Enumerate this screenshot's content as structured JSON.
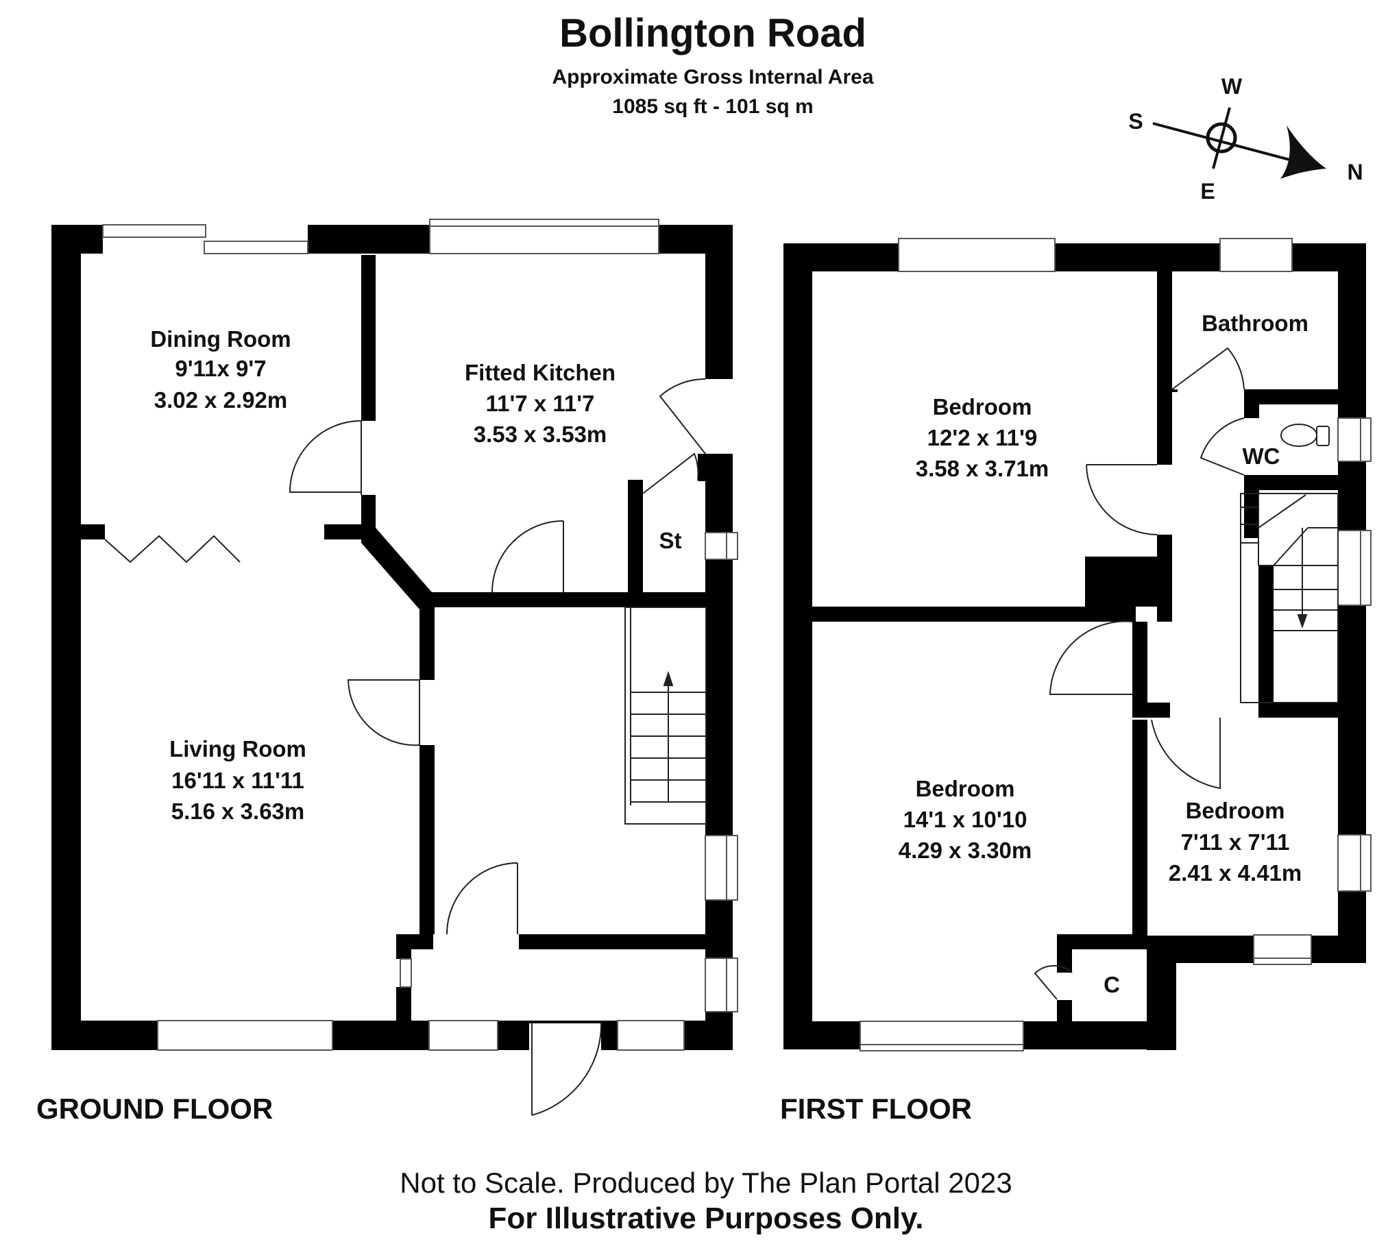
{
  "header": {
    "title": "Bollington Road",
    "subtitle": "Approximate Gross Internal Area",
    "area": "1085 sq ft - 101 sq m"
  },
  "compass": {
    "w": "W",
    "s": "S",
    "e": "E",
    "n": "N"
  },
  "ground_floor": {
    "label": "GROUND FLOOR",
    "dining": {
      "name": "Dining Room",
      "imperial": "9'11x 9'7",
      "metric": "3.02 x 2.92m"
    },
    "kitchen": {
      "name": "Fitted Kitchen",
      "imperial": "11'7 x 11'7",
      "metric": "3.53 x 3.53m"
    },
    "living": {
      "name": "Living Room",
      "imperial": "16'11 x 11'11",
      "metric": "5.16 x 3.63m"
    },
    "store": {
      "name": "St"
    }
  },
  "first_floor": {
    "label": "FIRST FLOOR",
    "bedroom1": {
      "name": "Bedroom",
      "imperial": "12'2 x 11'9",
      "metric": "3.58 x 3.71m"
    },
    "bathroom": {
      "name": "Bathroom"
    },
    "wc": {
      "name": "WC"
    },
    "bedroom2": {
      "name": "Bedroom",
      "imperial": "14'1 x 10'10",
      "metric": "4.29 x 3.30m"
    },
    "bedroom3": {
      "name": "Bedroom",
      "imperial": "7'11 x 7'11",
      "metric": "2.41 x 4.41m"
    },
    "cupboard": {
      "name": "C"
    }
  },
  "footer": {
    "line1": "Not to Scale. Produced by The Plan Portal 2023",
    "line2": "For Illustrative Purposes Only."
  }
}
